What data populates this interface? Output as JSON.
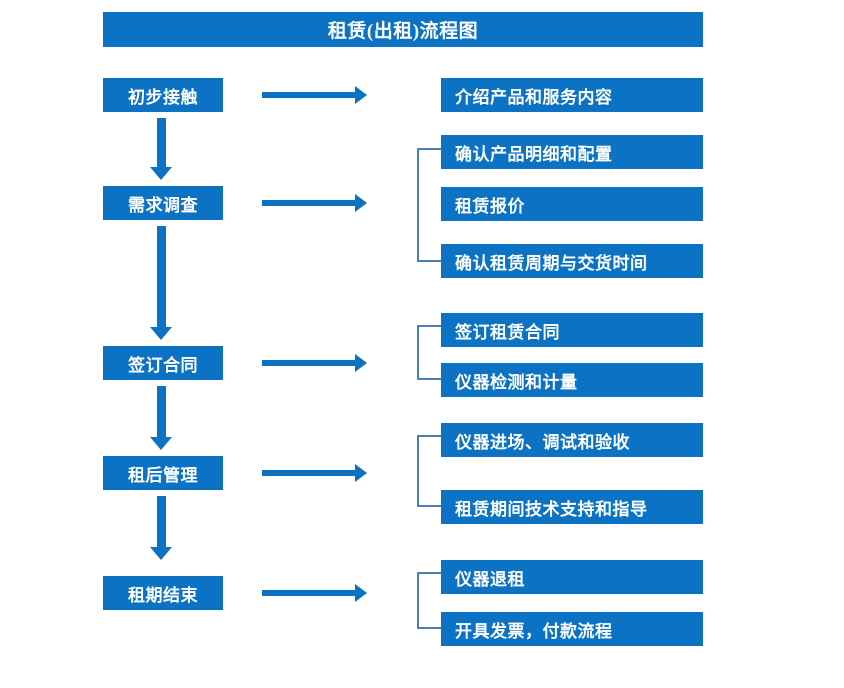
{
  "diagram": {
    "title": "租赁(出租)流程图",
    "colors": {
      "box_fill": "#0b72c4",
      "box_text": "#ffffff",
      "arrow": "#0b72c4",
      "bracket": "#4a7fb0",
      "background": "#ffffff"
    },
    "stages": [
      {
        "label": "初步接触"
      },
      {
        "label": "需求调查"
      },
      {
        "label": "签订合同"
      },
      {
        "label": "租后管理"
      },
      {
        "label": "租期结束"
      }
    ],
    "details": [
      {
        "label": "介绍产品和服务内容"
      },
      {
        "label": "确认产品明细和配置"
      },
      {
        "label": "租赁报价"
      },
      {
        "label": "确认租赁周期与交货时间"
      },
      {
        "label": "签订租赁合同"
      },
      {
        "label": "仪器检测和计量"
      },
      {
        "label": "仪器进场、调试和验收"
      },
      {
        "label": "租赁期间技术支持和指导"
      },
      {
        "label": "仪器退租"
      },
      {
        "label": "开具发票，付款流程"
      }
    ]
  }
}
